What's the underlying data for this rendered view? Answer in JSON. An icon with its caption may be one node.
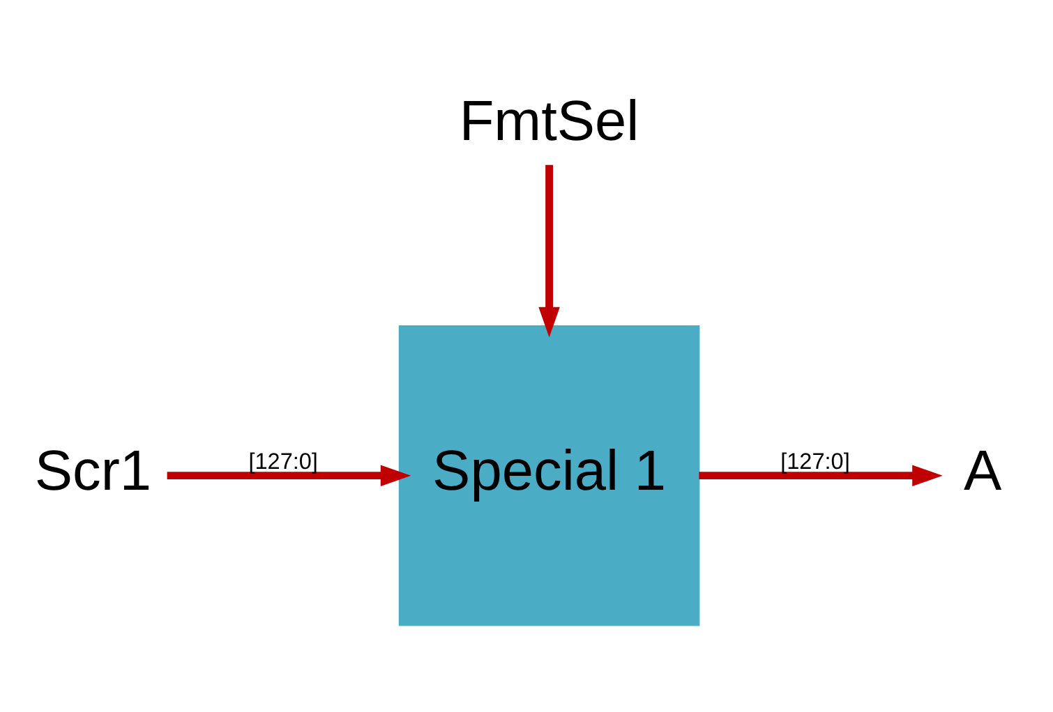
{
  "diagram": {
    "nodes": [
      {
        "text": [
          "FmtSel"
        ]
      },
      {
        "text": [
          "Scr1"
        ]
      },
      {
        "text": [
          "Special 1"
        ]
      },
      {
        "text": [
          "A"
        ]
      }
    ],
    "edges": [
      {
        "from": 0,
        "to": 2,
        "arrow": "to"
      },
      {
        "from": 1,
        "to": 2,
        "arrow": "to",
        "label": "[127:0]"
      },
      {
        "from": 2,
        "to": 3,
        "arrow": "to",
        "label": "[127:0]"
      }
    ]
  }
}
